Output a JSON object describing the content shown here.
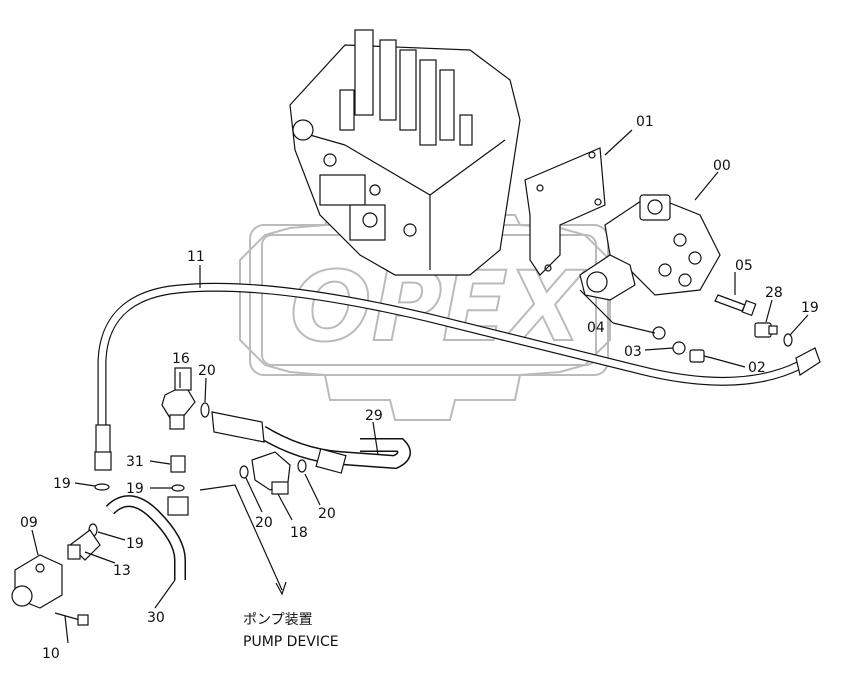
{
  "watermark": {
    "text": "OPEX"
  },
  "callouts": [
    {
      "id": "00",
      "text": "00"
    },
    {
      "id": "01",
      "text": "01"
    },
    {
      "id": "02",
      "text": "02"
    },
    {
      "id": "03",
      "text": "03"
    },
    {
      "id": "04",
      "text": "04"
    },
    {
      "id": "05",
      "text": "05"
    },
    {
      "id": "09",
      "text": "09"
    },
    {
      "id": "10",
      "text": "10"
    },
    {
      "id": "11",
      "text": "11"
    },
    {
      "id": "13",
      "text": "13"
    },
    {
      "id": "16",
      "text": "16"
    },
    {
      "id": "18",
      "text": "18"
    },
    {
      "id": "19a",
      "text": "19"
    },
    {
      "id": "19b",
      "text": "19"
    },
    {
      "id": "19c",
      "text": "19"
    },
    {
      "id": "19d",
      "text": "19"
    },
    {
      "id": "20a",
      "text": "20"
    },
    {
      "id": "20b",
      "text": "20"
    },
    {
      "id": "20c",
      "text": "20"
    },
    {
      "id": "28",
      "text": "28"
    },
    {
      "id": "29",
      "text": "29"
    },
    {
      "id": "30",
      "text": "30"
    },
    {
      "id": "31",
      "text": "31"
    }
  ],
  "caption": {
    "japanese": "ポンプ装置",
    "english": "PUMP DEVICE"
  }
}
